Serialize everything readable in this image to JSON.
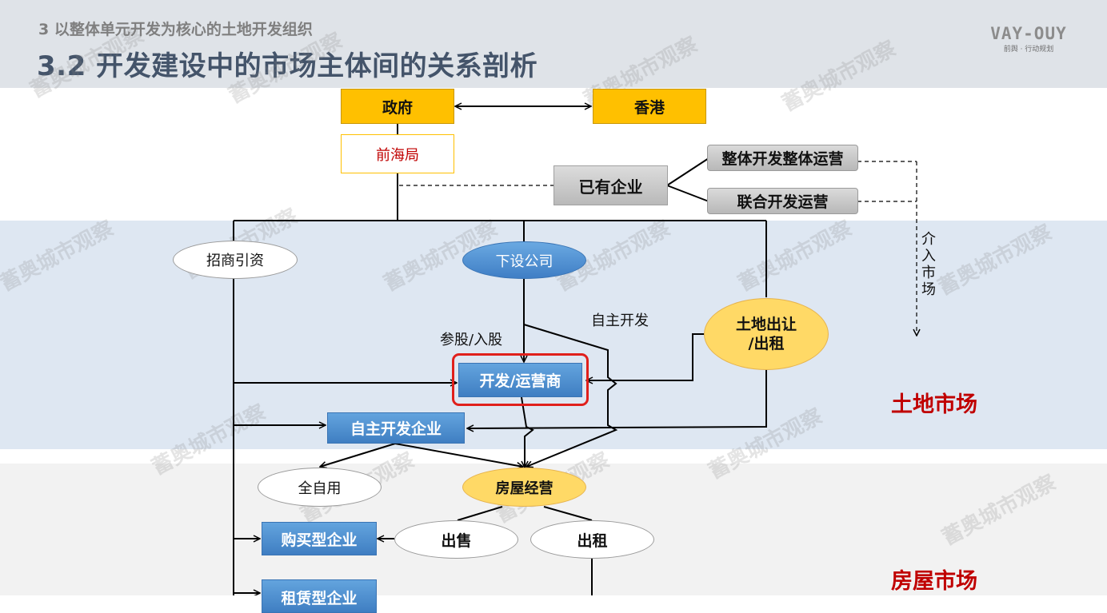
{
  "header": {
    "subtitle": "3 以整体单元开发为核心的土地开发组织",
    "title": "3.2 开发建设中的市场主体间的关系剖析",
    "logo_mark": "VAY-OUY",
    "logo_sub": "前舆 · 行动规划"
  },
  "watermark": "蓄奥城市观察",
  "nodes": {
    "government": "政府",
    "hongkong": "香港",
    "qianhai_bureau": "前海局",
    "existing_enterprise": "已有企业",
    "whole_dev_ops": "整体开发整体运营",
    "joint_dev_ops": "联合开发运营",
    "investment_promotion": "招商引资",
    "subsidiary": "下设公司",
    "developer_operator": "开发/运营商",
    "land_transfer": "土地出让\n/出租",
    "self_dev_enterprise": "自主开发企业",
    "self_use": "全自用",
    "housing_operation": "房屋经营",
    "sale": "出售",
    "lease": "出租",
    "purchase_enterprise": "购买型企业",
    "rental_enterprise": "租赁型企业"
  },
  "labels": {
    "equity": "参股/入股",
    "self_development": "自主开发",
    "enter_market": "介入市场"
  },
  "markets": {
    "land_market": "土地市场",
    "housing_market": "房屋市场"
  },
  "colors": {
    "title_color": "#44546a",
    "accent_yellow": "#ffc000",
    "blue_box": "#4a8ad0",
    "market_red": "#c00000",
    "highlight_red": "#e0201c",
    "land_band": "#dee7f2",
    "house_band": "#f2f2f2"
  }
}
